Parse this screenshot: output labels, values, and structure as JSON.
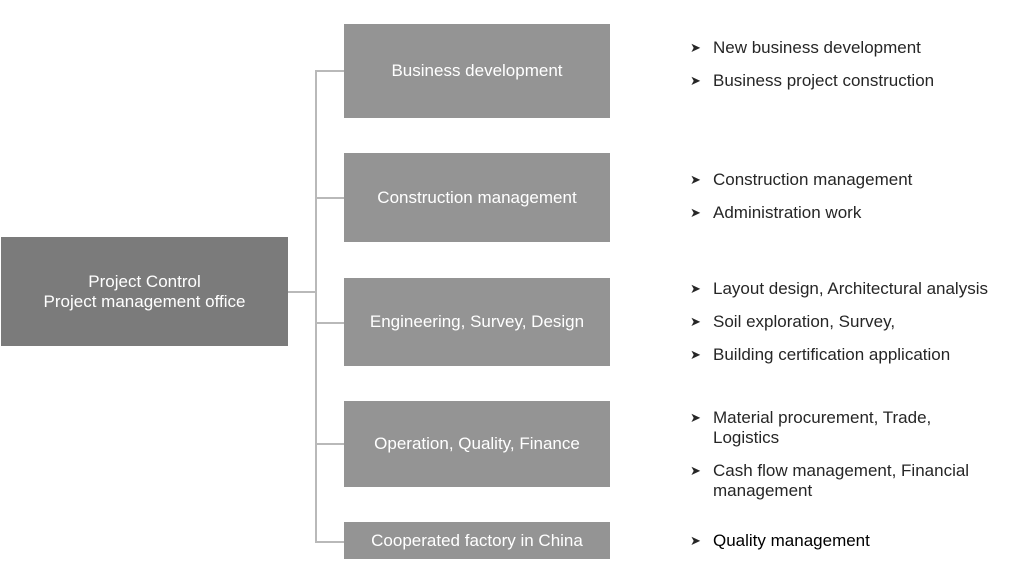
{
  "root": {
    "lines": [
      "Project Control",
      "Project management office"
    ]
  },
  "branches": [
    {
      "label": "Business development",
      "items": [
        "New business development",
        "Business project construction"
      ]
    },
    {
      "label": "Construction management",
      "items": [
        "Construction management",
        "Administration work"
      ]
    },
    {
      "label": "Engineering, Survey,  Design",
      "items": [
        "Layout design, Architectural analysis",
        "Soil exploration, Survey,",
        "Building certification application"
      ]
    },
    {
      "label": "Operation, Quality, Finance",
      "items": [
        "Material procurement, Trade, Logistics",
        "Cash flow management, Financial management"
      ]
    },
    {
      "label": "Cooperated factory in China",
      "items": [
        "Quality management"
      ]
    }
  ],
  "bullet_icon": "arrowhead-bullet-icon",
  "colors": {
    "root_box": "#7b7b7b",
    "branch_box": "#949494",
    "connector": "#b9b9b9",
    "text": "#262626"
  }
}
